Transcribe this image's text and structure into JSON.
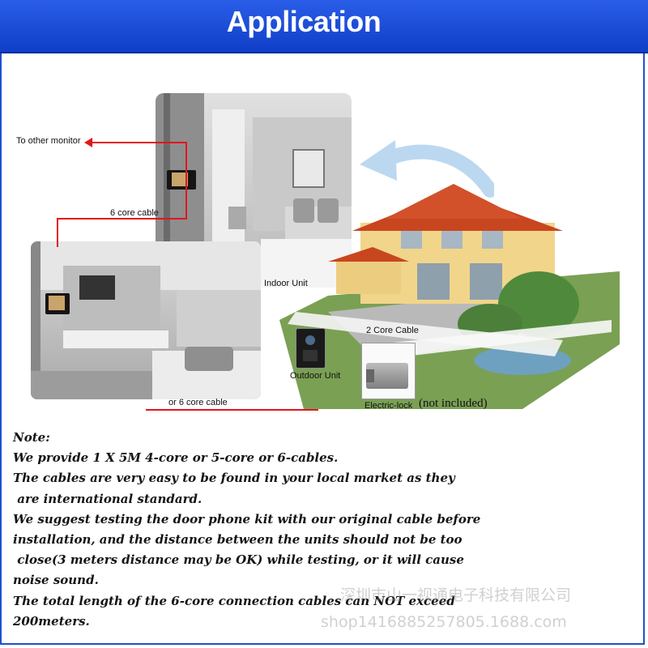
{
  "header": {
    "title": "Application"
  },
  "diagram": {
    "to_other_monitor": "To other monitor",
    "six_core_cable": "6 core cable",
    "indoor_unit": "Indoor Unit",
    "or_six_core_cable": "or 6 core cable",
    "outdoor_unit": "Outdoor Unit",
    "two_core_cable": "2 Core Cable",
    "electric_lock": "Electric-lock",
    "not_included": "(not included)"
  },
  "note": {
    "heading": "Note:",
    "lines": [
      "We provide 1 X 5M 4-core or 5-core or 6-cables.",
      "The cables are very easy to be found in your local market as they",
      " are international standard.",
      "We suggest testing the door phone kit with our original cable before",
      "installation, and the distance between the units should not be too",
      " close(3 meters distance may be OK) while testing, or it will cause",
      "noise sound.",
      "The total length of the 6-core connection cables can NOT exceed",
      "200meters."
    ]
  },
  "watermark": {
    "company": "深圳市山一视通电子科技有限公司",
    "shop": "shop1416885257805.1688.com"
  },
  "colors": {
    "header": "#1f4fd1",
    "wire": "#e2161b",
    "arrow": "#bcd8f0"
  }
}
